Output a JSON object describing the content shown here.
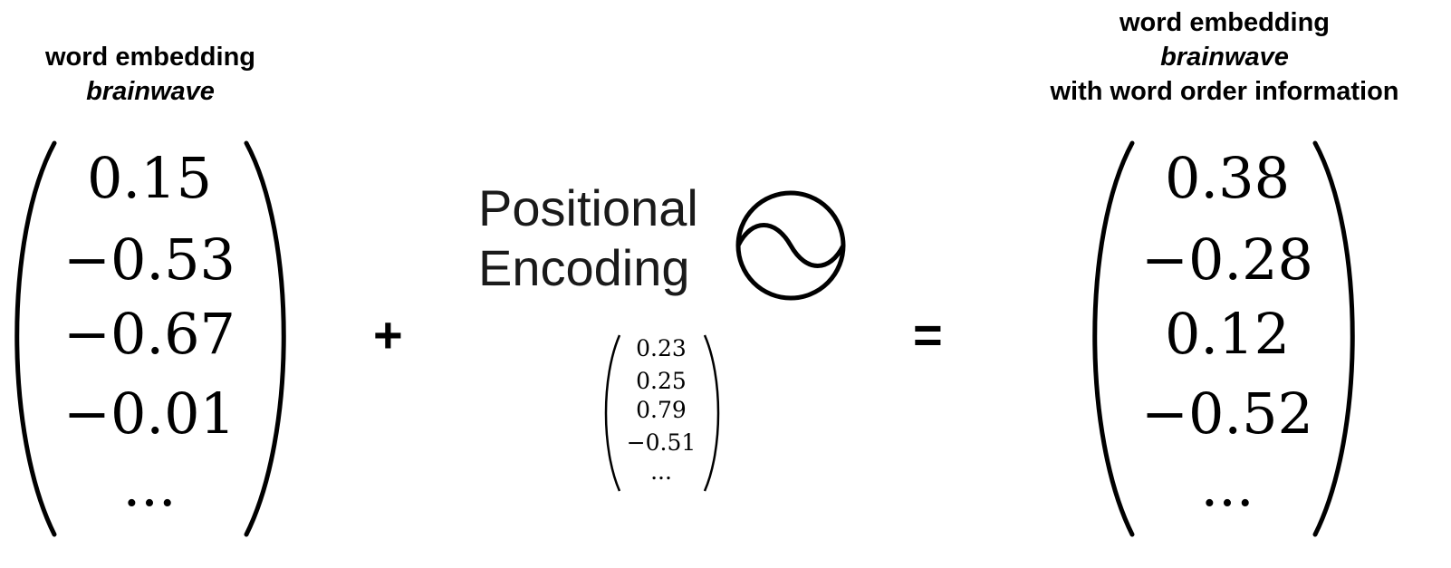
{
  "left": {
    "title_line1": "word embedding",
    "title_line2": "brainwave",
    "values": [
      "0.15",
      "−0.53",
      "−0.67",
      "−0.01",
      "..."
    ]
  },
  "plus_sign": "+",
  "positional_encoding": {
    "label_line1": "Positional",
    "label_line2": "Encoding",
    "icon": "sine-circle-icon",
    "values": [
      "0.23",
      "0.25",
      "0.79",
      "−0.51",
      "..."
    ]
  },
  "equals_sign": "=",
  "right": {
    "title_line1": "word embedding",
    "title_line2": "brainwave",
    "title_line3": "with word order information",
    "values": [
      "0.38",
      "−0.28",
      "0.12",
      "−0.52",
      "..."
    ]
  }
}
